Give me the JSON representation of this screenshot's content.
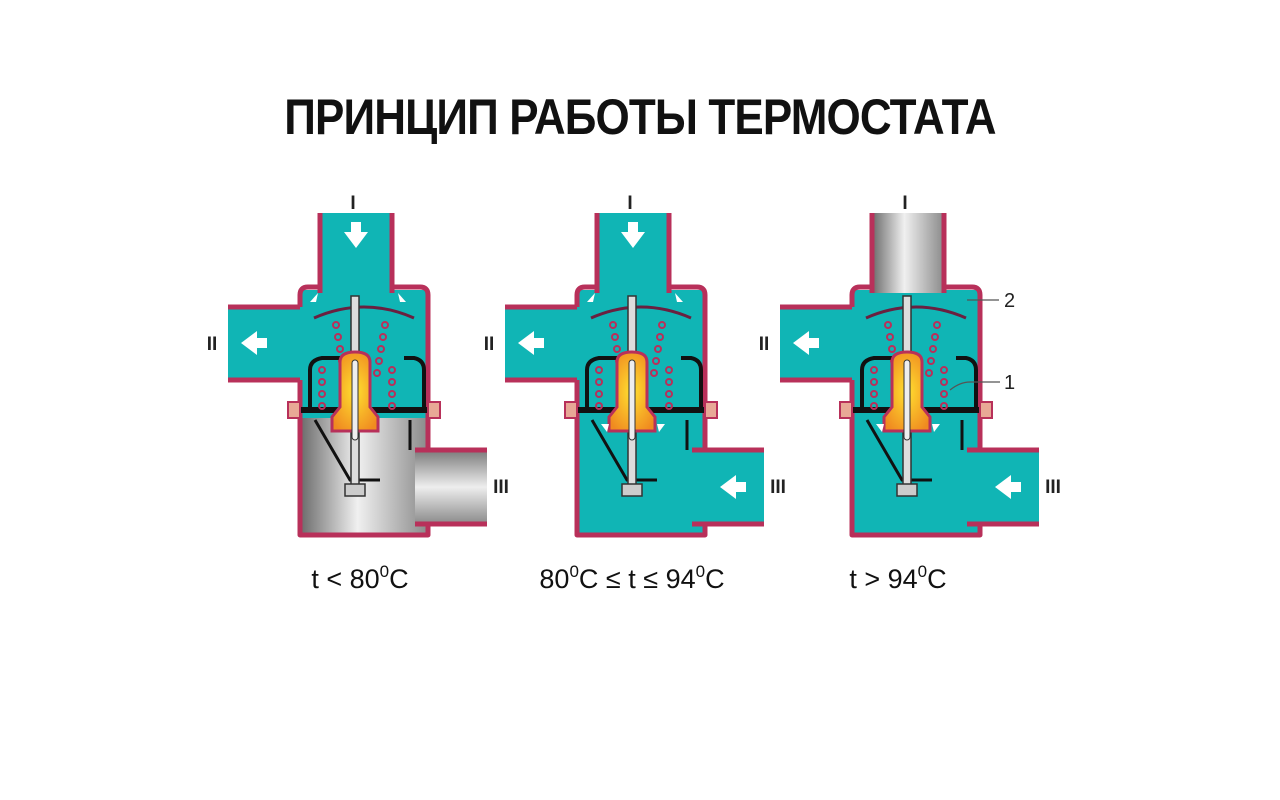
{
  "title": "ПРИНЦИП РАБОТЫ ТЕРМОСТАТА",
  "port_labels": {
    "inlet_top": "I",
    "outlet_left": "II",
    "inlet_right": "III"
  },
  "diagrams": [
    {
      "state": "closed",
      "caption_pre": "t < 80",
      "caption_deg": "0",
      "caption_unit": "C",
      "top_flow": true,
      "bottom_flow": false
    },
    {
      "state": "partial",
      "caption_pre": "80",
      "caption_deg": "0",
      "caption_mid": "C ≤ t ≤ 94",
      "caption_deg2": "0",
      "caption_unit": "C",
      "top_flow": true,
      "bottom_flow": true
    },
    {
      "state": "open",
      "caption_pre": "t > 94",
      "caption_deg": "0",
      "caption_unit": "C",
      "top_flow": false,
      "bottom_flow": true
    }
  ],
  "callouts": {
    "valve_main": "1",
    "valve_bypass": "2"
  },
  "colors": {
    "coolant": "#10b5b5",
    "wall_outer": "#b8305a",
    "wall_inner": "#e8a896",
    "wax": "#f5a020",
    "metal": "#b0b0b0"
  }
}
